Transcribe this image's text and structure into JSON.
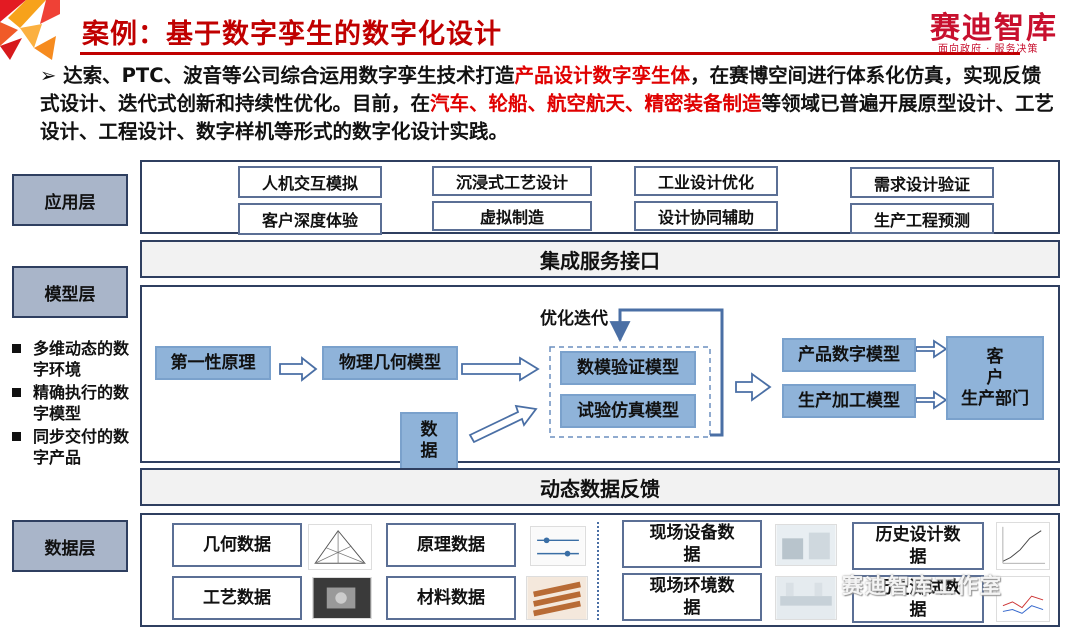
{
  "header": {
    "title": "案例：基于数字孪生的数字化设计",
    "logo": "赛迪智库",
    "logo_tagline": "面向政府 · 服务决策"
  },
  "intro": {
    "bullet": "➢",
    "seg1": " 达索、PTC、波音等公司综合运用数字孪生技术打造",
    "hl1": "产品设计数字孪生体",
    "seg2": "，在赛博空间进行体系化仿真，实现反馈式设计、迭代式创新和持续性优化。目前，在",
    "hl2": "汽车、轮船、航空航天、精密装备制造",
    "seg3": "等领域已普遍开展原型设计、工艺设计、工程设计、数字样机等形式的数字化设计实践。"
  },
  "layers": {
    "app": "应用层",
    "model": "模型层",
    "data": "数据层"
  },
  "app_layer": {
    "items": [
      "人机交互模拟",
      "客户深度体验",
      "沉浸式工艺设计",
      "虚拟制造",
      "工业设计优化",
      "设计协同辅助",
      "需求设计验证",
      "生产工程预测"
    ]
  },
  "bars": {
    "integration": "集成服务接口",
    "feedback": "动态数据反馈"
  },
  "model_layer": {
    "first_principle": "第一性原理",
    "physical_geometry": "物理几何模型",
    "data_input": "数\n据",
    "loop_label": "优化迭代",
    "digital_verify": "数模验证模型",
    "test_sim": "试验仿真模型",
    "product_model": "产品数字模型",
    "production_model": "生产加工模型",
    "customer": "客\n户",
    "production_dept": "生产部门"
  },
  "features": [
    "多维动态的数字环境",
    "精确执行的数字模型",
    "同步交付的数字产品"
  ],
  "data_layer": {
    "items": [
      "几何数据",
      "工艺数据",
      "原理数据",
      "材料数据",
      "现场设备数\n据",
      "现场环境数\n据",
      "历史设计数\n据",
      "历史测试数\n据"
    ]
  },
  "watermark": "赛迪智库工作室",
  "colors": {
    "accent_red": "#c00000",
    "model_blue": "#8fb3d9",
    "label_gray_blue": "#a9b5c9",
    "border_navy": "#2f3f60"
  }
}
